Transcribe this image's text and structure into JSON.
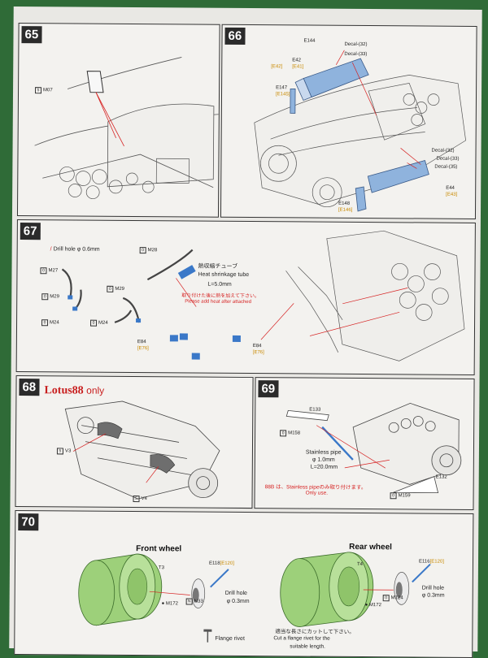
{
  "steps": {
    "s65": {
      "number": "65",
      "part_label": "M07",
      "box_number": "5"
    },
    "s66": {
      "number": "66",
      "parts": {
        "e144": "E144",
        "e42": "E42",
        "e42_sub": "[E42]",
        "e41_sub": "[E41]",
        "e147": "E147",
        "e147_sub": "[E145]",
        "e148": "E148",
        "e148_sub": "[E146]",
        "e44": "E44",
        "e44_sub": "[E43]"
      },
      "decals": [
        "Decal-(32)",
        "Decal-(33)",
        "Decal-(32)",
        "Decal-(33)",
        "Decal-(35)"
      ]
    },
    "s67": {
      "number": "67",
      "drill_note": "Drill hole φ 0.6mm",
      "jp_heat": "熱収縮チューブ",
      "heat_tube": "Heat shrinkage tube",
      "length": "L=5.0mm",
      "jp_warning": "取り付けた後に熱を加えて下さい。",
      "en_warning": "Please add heat after attached",
      "labels": {
        "m27": "M27",
        "m28a": "M28",
        "m29a": "M29",
        "m29b": "M29",
        "m24a": "M24",
        "m24b": "M24",
        "e84a": "E84",
        "e84a_sub": "[E76]",
        "e84b": "E84",
        "e84b_sub": "[E76]"
      }
    },
    "s68": {
      "number": "68",
      "lotus": "Lotus88",
      "only": "only",
      "v3": "V3",
      "v4": "V4"
    },
    "s69": {
      "number": "69",
      "e133": "E133",
      "m158": "M158",
      "m159": "M159",
      "e132": "E132",
      "pipe": "Stainless pipe",
      "pipe_dia": "φ 1.0mm",
      "pipe_len": "L=20.0mm",
      "note_jp": "88B は、Stainless pipeのみ取り付けます。",
      "note_en": "Only use."
    },
    "s70": {
      "number": "70",
      "front_title": "Front wheel",
      "rear_title": "Rear wheel",
      "t3": "T3",
      "t4": "T4",
      "m172a": "M172",
      "m172b": "M172",
      "n33": "N33",
      "m124": "M124",
      "e118a": "E118",
      "e118a_sub": "[E120]",
      "e116": "E116",
      "e116_sub": "[E120]",
      "drill_front": "Drill hole",
      "drill_front_dia": "φ 0.3mm",
      "drill_rear": "Drill hole",
      "drill_rear_dia": "φ 0.3mm",
      "rivet": "Flange rivet",
      "cut_jp": "適当な長さにカットして下さい。",
      "cut_en1": "Cut a flange rivet for the",
      "cut_en2": "suitable length."
    }
  },
  "colors": {
    "part_blue": "#8fb3dd",
    "wheel_green": "#9dd07a",
    "accent_red": "#d62222",
    "tube_blue": "#3a78c8",
    "tablecloth_green": "#2f6b37"
  }
}
